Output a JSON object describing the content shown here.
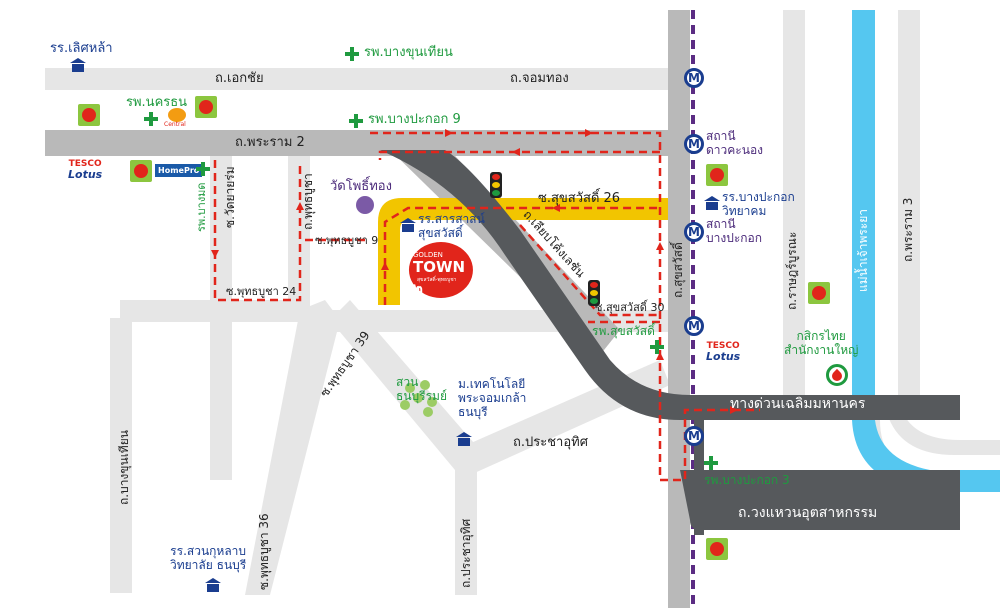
{
  "roads": {
    "ekkachai": "ถ.เอกชัย",
    "chomthong": "ถ.จอมทอง",
    "rama2": "ถ.พระราม 2",
    "wutthakat": "ซ.วัดยายร่ม",
    "putthabucha": "ถ.พุทธบูชา",
    "putthabucha9": "ซ.พุทธบูชา 9",
    "putthabucha24": "ซ.พุทธบูชา 24",
    "putthabucha39": "ซ.พุทธบูชา 39",
    "putthabucha36": "ซ.พุทธบูชา 36",
    "suksawat26": "ซ.สุขสวัสดิ์ 26",
    "suksawat30": "ซ.สุขสวัสดิ์ 30",
    "suksawat_rd": "ถ.สุขสวัสดิ์",
    "sianfai": "ถ.เลียบโค้งเลชัน",
    "prachauthit": "ถ.ประชาอุทิศ",
    "prachauthit_v": "ถ.ประชาอุทิศ",
    "bangkhunthian": "ถ.บางขุนเทียน",
    "ratburana": "ถ.ราษฎร์บูรณะ",
    "rama3": "ถ.พระราม 3",
    "expressway": "ทางด่วนเฉลิมมหานคร",
    "ring": "ถ.วงแหวนอุตสาหกรรม",
    "river": "แม่น้ำเจ้าพระยา"
  },
  "places": {
    "school_lerk": "รร.เลิศหล้า",
    "hosp_bangkhunthian": "รพ.บางขุนเทียน",
    "hosp_nakhon": "รพ.นครธน",
    "hosp_bangpakok9": "รพ.บางปะกอก 9",
    "hosp_bangmot": "รพ.บางมด",
    "wat": "วัดโพธิ์ทอง",
    "school_saras": "รร.สารสาสน์\nสุขสวัสดิ์",
    "school_bangpakok": "รร.บางปะกอก\nวิทยาคม",
    "station_daokanong": "สถานี\nดาวคะนอง",
    "station_bangpakok": "สถานี\nบางปะกอก",
    "hosp_suksawat": "รพ.สุขสวัสดิ์",
    "park": "สวน\nธนบุรีรมย์",
    "univ": "ม.เทคโนโลยี\nพระจอมเกล้า\nธนบุรี",
    "hosp_bangpakok3": "รพ.บางปะกอก 3",
    "kbank": "กสิกรไทย\nสำนักงานใหญ่",
    "school_suan": "รร.สวนกุหลาบ\nวิทยาลัย ธนบุรี",
    "tesco1_a": "TESCO",
    "tesco1_b": "Lotus",
    "tesco2_a": "TESCO",
    "tesco2_b": "Lotus",
    "homepro": "HomePro",
    "central": "Central"
  },
  "logo": {
    "top": "GOLDEN",
    "main": "TOWN ๒",
    "sub": "สุขสวัสดิ์-พุทธบูชา"
  },
  "metro_letter": "M",
  "icons": {
    "metro": "metro-icon",
    "hospital": "hospital-plus-icon",
    "school": "school-icon",
    "bigc": "big-c-icon",
    "light": "traffic-light-icon"
  },
  "colors": {
    "road": "#e6e6e6",
    "main_road": "#b9b9b9",
    "expressway": "#56595c",
    "river": "#55c7f0",
    "route": "#e1251b",
    "yellow": "#f2c500",
    "rail": "#5b2c83"
  }
}
